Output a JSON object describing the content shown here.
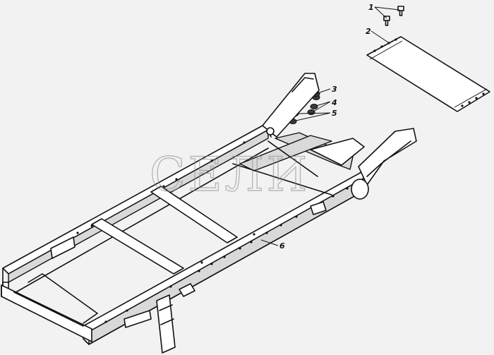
{
  "callouts": [
    {
      "id": "1",
      "text": "1"
    },
    {
      "id": "2",
      "text": "2"
    },
    {
      "id": "3",
      "text": "3"
    },
    {
      "id": "4",
      "text": "4"
    },
    {
      "id": "5",
      "text": "5"
    },
    {
      "id": "6",
      "text": "6"
    }
  ],
  "watermark": {
    "text": "СЕЛИ"
  },
  "colors": {
    "line": "#111111",
    "background": "#f2f2f2",
    "watermark": "#8a8a8a"
  }
}
